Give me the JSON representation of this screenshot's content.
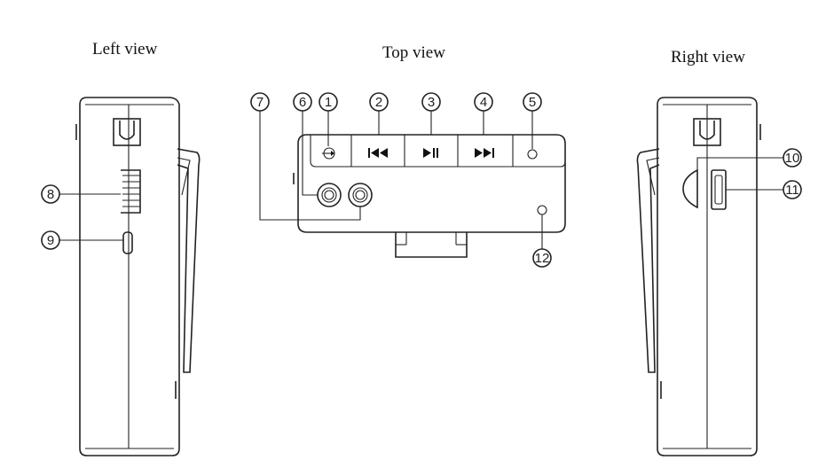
{
  "titles": {
    "left": "Left view",
    "top": "Top view",
    "right": "Right view"
  },
  "callouts": {
    "c1": "1",
    "c2": "2",
    "c3": "3",
    "c4": "4",
    "c5": "5",
    "c6": "6",
    "c7": "7",
    "c8": "8",
    "c9": "9",
    "c10": "10",
    "c11": "11",
    "c12": "12"
  },
  "icons": {
    "b1": "input-switch-icon",
    "b2": "previous-track-icon",
    "b3": "play-pause-icon",
    "b4": "next-track-icon",
    "b5": "record-dot-icon"
  },
  "colors": {
    "line": "#222222",
    "background": "#ffffff"
  }
}
